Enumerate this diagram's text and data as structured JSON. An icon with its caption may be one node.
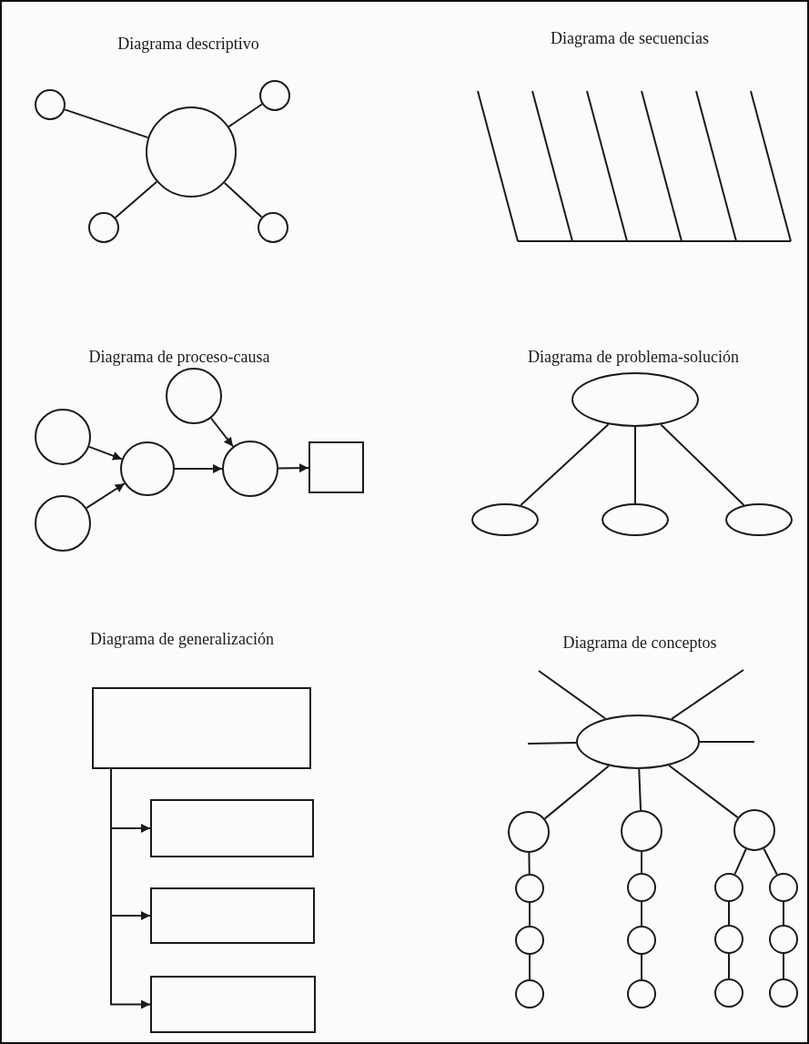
{
  "diagram": {
    "nodes": [
      {
        "text": [],
        "shape": "circle"
      },
      {
        "text": [],
        "shape": "circle"
      },
      {
        "text": [],
        "shape": "circle"
      },
      {
        "text": [],
        "shape": "circle"
      },
      {
        "text": [],
        "shape": "circle"
      },
      {
        "text": [],
        "shape": "circle"
      },
      {
        "text": [],
        "shape": "circle"
      },
      {
        "text": [],
        "shape": "circle"
      },
      {
        "text": [],
        "shape": "circle"
      },
      {
        "text": [],
        "shape": "circle"
      },
      {
        "text": [],
        "shape": "box"
      },
      {
        "text": [],
        "shape": "ellipse"
      },
      {
        "text": [],
        "shape": "ellipse"
      },
      {
        "text": [],
        "shape": "ellipse"
      },
      {
        "text": [],
        "shape": "ellipse"
      },
      {
        "text": [],
        "shape": "box"
      },
      {
        "text": [],
        "shape": "box"
      },
      {
        "text": [],
        "shape": "box"
      },
      {
        "text": [],
        "shape": "box"
      },
      {
        "text": [],
        "shape": "ellipse"
      },
      {
        "text": [],
        "shape": "circle"
      },
      {
        "text": [],
        "shape": "circle"
      },
      {
        "text": [],
        "shape": "circle"
      },
      {
        "text": [],
        "shape": "circle"
      },
      {
        "text": [],
        "shape": "circle"
      },
      {
        "text": [],
        "shape": "circle"
      },
      {
        "text": [],
        "shape": "circle"
      },
      {
        "text": [],
        "shape": "circle"
      },
      {
        "text": [],
        "shape": "circle"
      },
      {
        "text": [],
        "shape": "circle"
      },
      {
        "text": [],
        "shape": "circle"
      },
      {
        "text": [],
        "shape": "circle"
      },
      {
        "text": [],
        "shape": "circle"
      },
      {
        "text": [],
        "shape": "circle"
      },
      {
        "text": [],
        "shape": "circle"
      }
    ],
    "edges": [
      {
        "from": 0,
        "to": 1,
        "arrow": "none"
      },
      {
        "from": 0,
        "to": 2,
        "arrow": "none"
      },
      {
        "from": 0,
        "to": 3,
        "arrow": "none"
      },
      {
        "from": 0,
        "to": 4,
        "arrow": "none"
      },
      {
        "from": 5,
        "to": 7,
        "arrow": "to"
      },
      {
        "from": 6,
        "to": 7,
        "arrow": "to"
      },
      {
        "from": 7,
        "to": 9,
        "arrow": "to"
      },
      {
        "from": 8,
        "to": 9,
        "arrow": "to"
      },
      {
        "from": 9,
        "to": 10,
        "arrow": "to"
      },
      {
        "from": 11,
        "to": 12,
        "arrow": "none"
      },
      {
        "from": 11,
        "to": 13,
        "arrow": "none"
      },
      {
        "from": 11,
        "to": 14,
        "arrow": "none"
      },
      {
        "from": 15,
        "to": 16,
        "arrow": "to"
      },
      {
        "from": 15,
        "to": 17,
        "arrow": "to"
      },
      {
        "from": 15,
        "to": 18,
        "arrow": "to"
      },
      {
        "from": 19,
        "to": null,
        "arrow": "none"
      },
      {
        "from": 19,
        "to": null,
        "arrow": "none"
      },
      {
        "from": 19,
        "to": null,
        "arrow": "none"
      },
      {
        "from": 19,
        "to": null,
        "arrow": "none"
      },
      {
        "from": 19,
        "to": 20,
        "arrow": "none"
      },
      {
        "from": 19,
        "to": 21,
        "arrow": "none"
      },
      {
        "from": 19,
        "to": 22,
        "arrow": "none"
      },
      {
        "from": 20,
        "to": 23,
        "arrow": "none"
      },
      {
        "from": 21,
        "to": 24,
        "arrow": "none"
      },
      {
        "from": 22,
        "to": 25,
        "arrow": "none"
      },
      {
        "from": 22,
        "to": 26,
        "arrow": "none"
      },
      {
        "from": 23,
        "to": 27,
        "arrow": "none"
      },
      {
        "from": 24,
        "to": 28,
        "arrow": "none"
      },
      {
        "from": 25,
        "to": 29,
        "arrow": "none"
      },
      {
        "from": 26,
        "to": 30,
        "arrow": "none"
      },
      {
        "from": 27,
        "to": 31,
        "arrow": "none"
      },
      {
        "from": 28,
        "to": 32,
        "arrow": "none"
      },
      {
        "from": 29,
        "to": 33,
        "arrow": "none"
      },
      {
        "from": 30,
        "to": 34,
        "arrow": "none"
      }
    ],
    "labels": [
      "Diagrama descriptivo",
      "Diagrama de secuencias",
      "Diagrama de proceso-causa",
      "Diagrama de problema-solución",
      "Diagrama de generalización",
      "Diagrama de conceptos"
    ]
  }
}
